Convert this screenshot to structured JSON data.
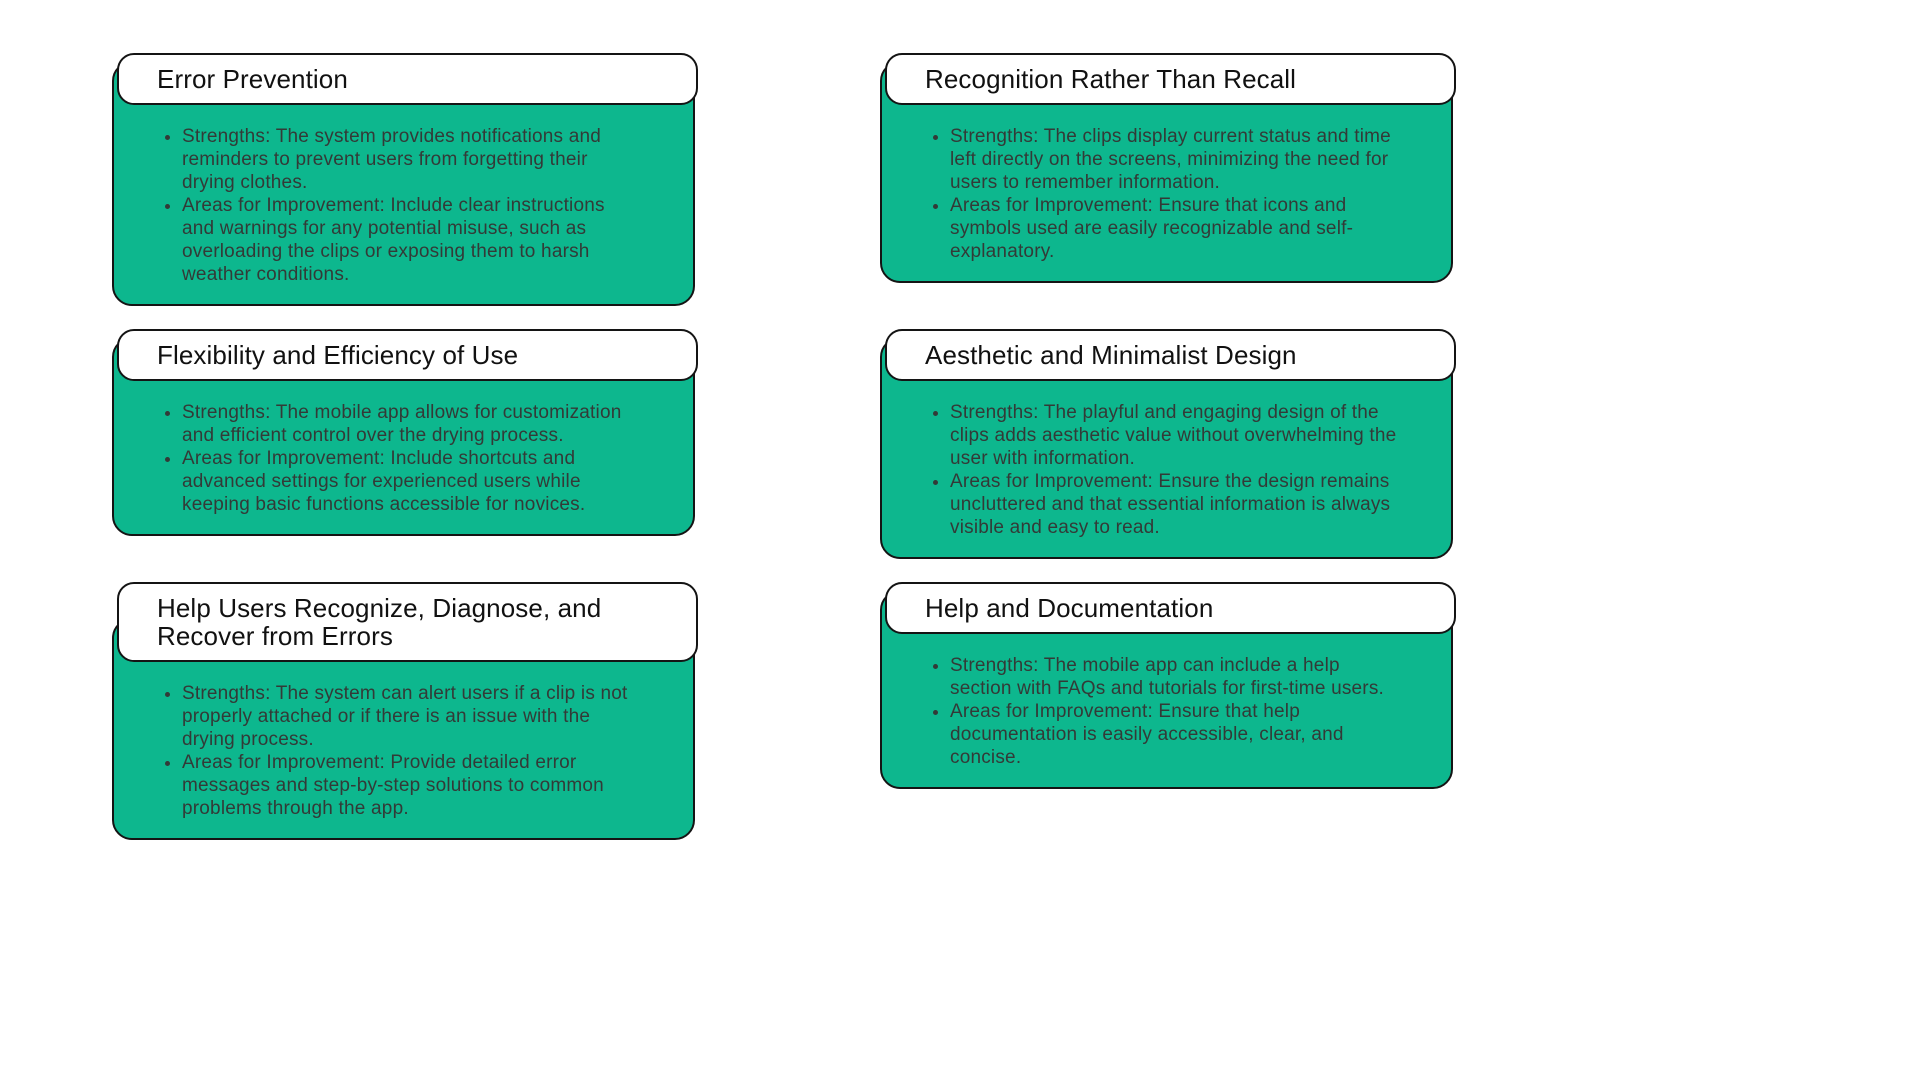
{
  "colors": {
    "background": "#ffffff",
    "card_body": "#0db78e",
    "card_border": "#141414",
    "header_bg": "#ffffff",
    "title_text": "#111111",
    "body_text": "#333a37"
  },
  "cards": [
    {
      "title": "Error Prevention",
      "bullets": [
        "Strengths: The system provides notifications and reminders to prevent users from forgetting their drying clothes.",
        "Areas for Improvement: Include clear instructions and warnings for any potential misuse, such as overloading the clips or exposing them to harsh weather conditions."
      ]
    },
    {
      "title": "Recognition Rather Than Recall",
      "bullets": [
        "Strengths: The clips display current status and time left directly on the screens, minimizing the need for users to remember information.",
        "Areas for Improvement: Ensure that icons and symbols used are easily recognizable and self-explanatory."
      ]
    },
    {
      "title": "Flexibility and Efficiency of Use",
      "bullets": [
        "Strengths: The mobile app allows for customization and efficient control over the drying process.",
        "Areas for Improvement: Include shortcuts and advanced settings for experienced users while keeping basic functions accessible for novices."
      ]
    },
    {
      "title": "Aesthetic and Minimalist Design",
      "bullets": [
        "Strengths: The playful and engaging design of the clips adds aesthetic value without overwhelming the user with information.",
        "Areas for Improvement: Ensure the design remains uncluttered and that essential information is always visible and easy to read."
      ]
    },
    {
      "title": "Help Users Recognize, Diagnose, and Recover from Errors",
      "bullets": [
        "Strengths: The system can alert users if a clip is not properly attached or if there is an issue with the drying process.",
        "Areas for Improvement: Provide detailed error messages and step-by-step solutions to common problems through the app."
      ]
    },
    {
      "title": "Help and Documentation",
      "bullets": [
        "Strengths: The mobile app can include a help section with FAQs and tutorials for first-time users.",
        "Areas for Improvement: Ensure that help documentation is easily accessible, clear, and concise."
      ]
    }
  ]
}
